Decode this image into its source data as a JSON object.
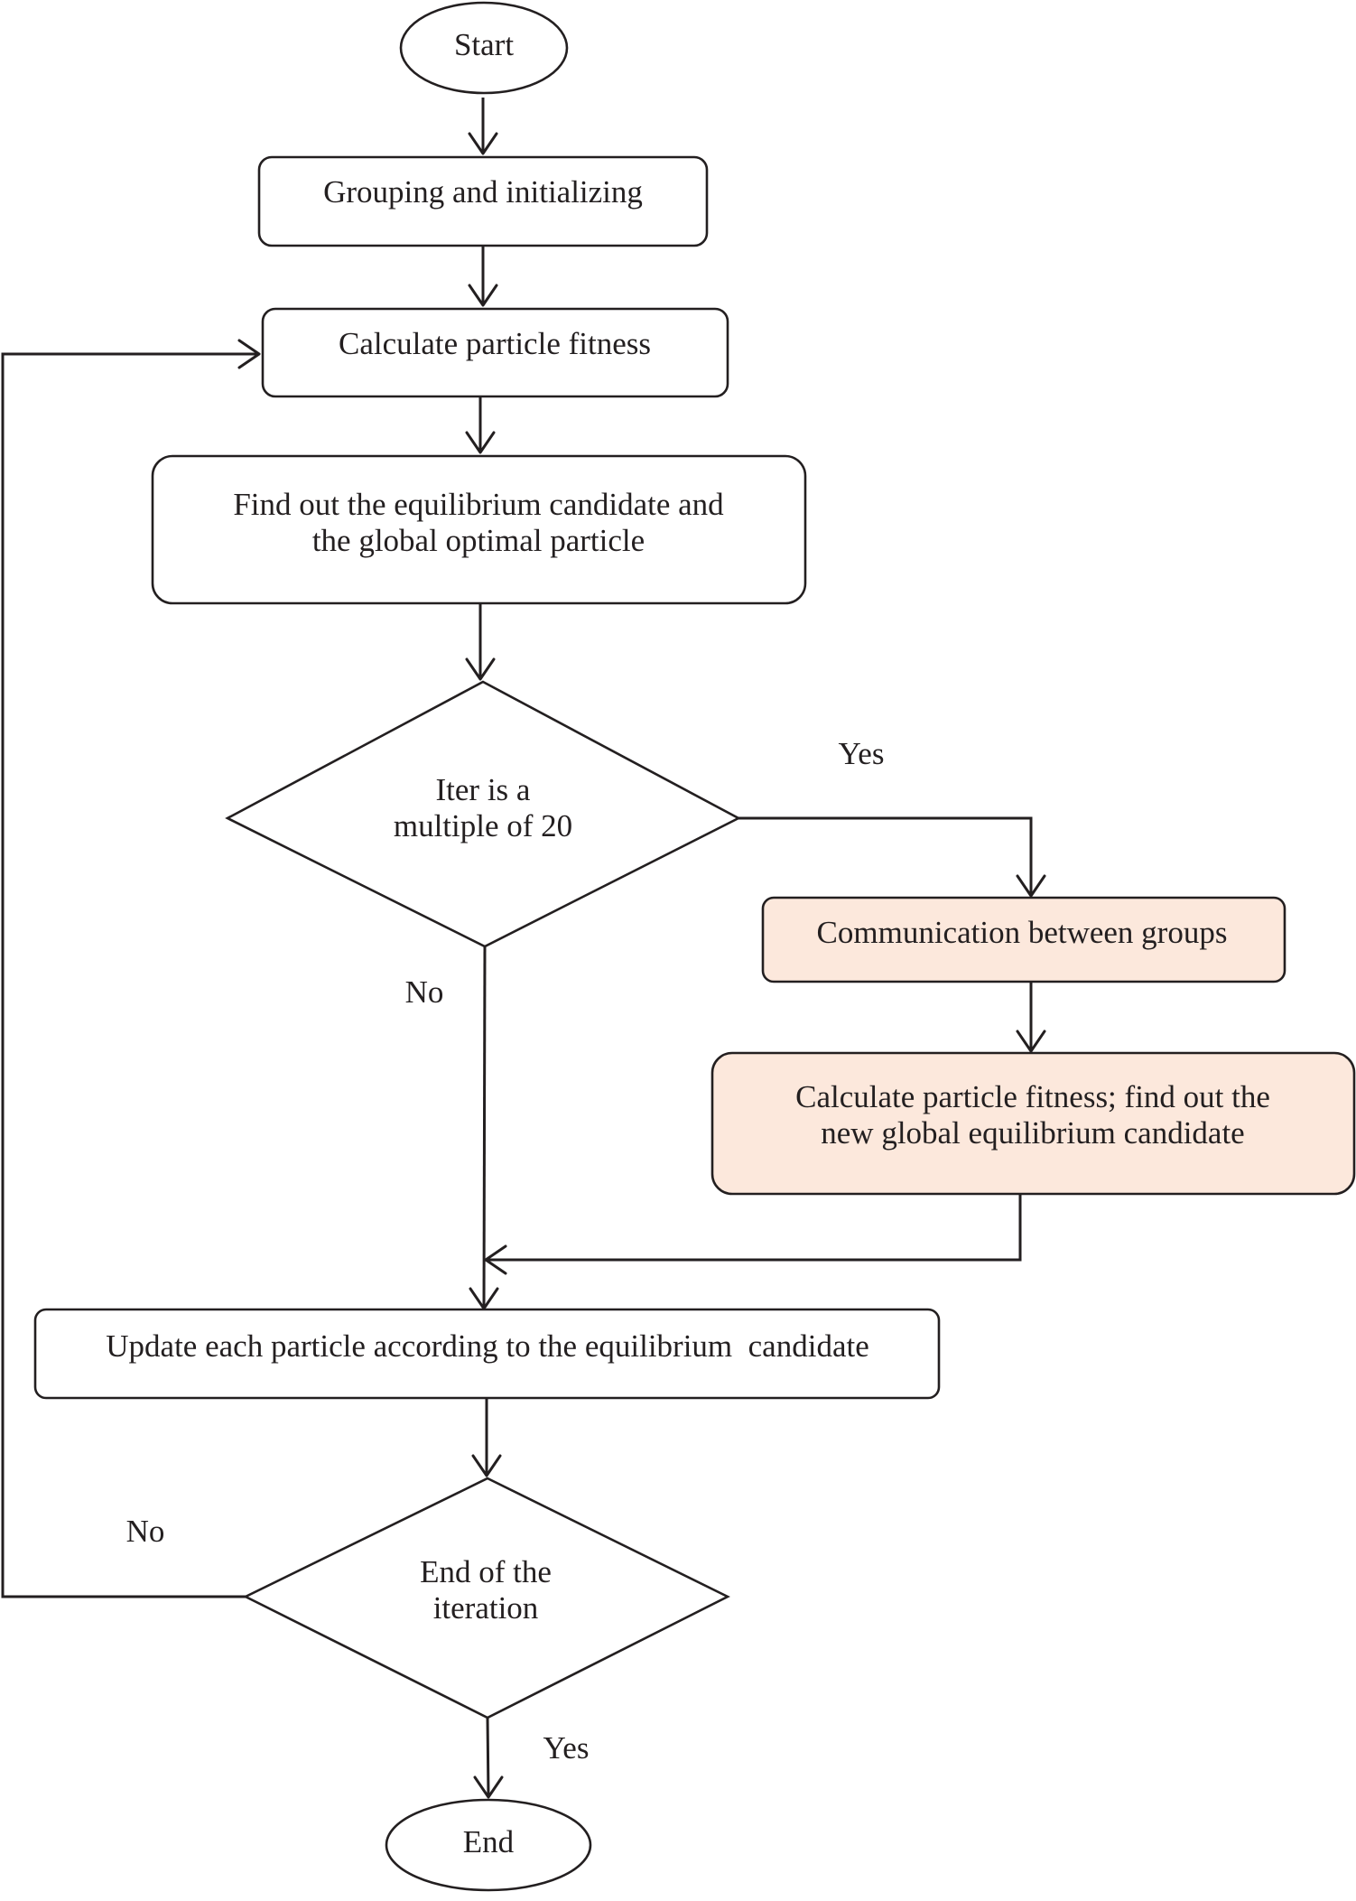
{
  "colors": {
    "stroke": "#231f20",
    "plain_fill": "#ffffff",
    "highlight_fill": "#fce8dc"
  },
  "nodes": {
    "start": {
      "shape": "ellipse",
      "label": "Start"
    },
    "grouping": {
      "shape": "rounded-rect",
      "label": "Grouping and initializing"
    },
    "calc_fitness": {
      "shape": "rounded-rect",
      "label": "Calculate particle fitness"
    },
    "find_out": {
      "shape": "rounded-rect",
      "line1": "Find out the equilibrium candidate and",
      "line2": "the global optimal particle"
    },
    "iter_check": {
      "shape": "diamond",
      "line1": "Iter is a",
      "line2": "multiple of 20"
    },
    "communication": {
      "shape": "rounded-rect",
      "label": "Communication between groups",
      "highlighted": true
    },
    "recalc": {
      "shape": "rounded-rect",
      "line1": "Calculate particle fitness; find out the",
      "line2": "new global equilibrium candidate",
      "highlighted": true
    },
    "update": {
      "shape": "rounded-rect",
      "label": "Update each particle according to the equilibrium  candidate"
    },
    "end_check": {
      "shape": "diamond",
      "line1": "End of the",
      "line2": "iteration"
    },
    "end": {
      "shape": "ellipse",
      "label": "End"
    }
  },
  "edge_labels": {
    "iter_yes": "Yes",
    "iter_no": "No",
    "end_no": "No",
    "end_yes": "Yes"
  }
}
